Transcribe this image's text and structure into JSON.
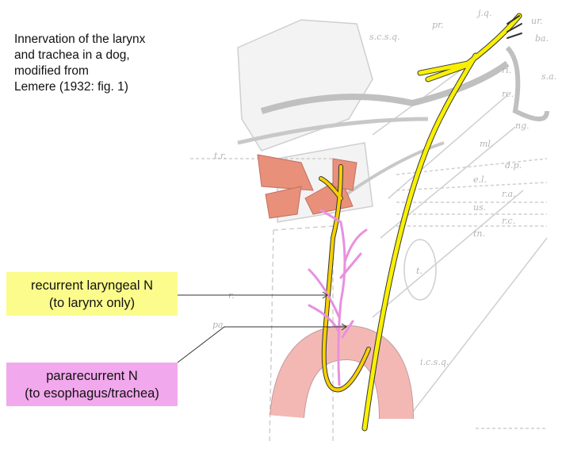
{
  "title": "Innervation of the larynx\nand trachea in a dog,\nmodified from\nLemere (1932: fig. 1)",
  "labels": {
    "recurrent": {
      "line1": "recurrent laryngeal N",
      "line2": "(to larynx only)",
      "color": "#fcfc8c"
    },
    "pararecurrent": {
      "line1": "pararecurrent N",
      "line2": "(to esophagus/trachea)",
      "color": "#f2a8ec"
    }
  },
  "figure_labels": [
    "j.q.",
    "ur.",
    "ba.",
    "s.c.s.q.",
    "pr.",
    "ri.",
    "re.",
    "s.a.",
    "ng.",
    "ml.",
    "d.p.",
    "e.l.",
    "r.a.",
    "us.",
    "r.c.",
    "tn.",
    "t.r.",
    "t.",
    "r.",
    "pa.",
    "i.c.s.q."
  ],
  "colors": {
    "vagus": "#f8f000",
    "pararecurrent": "#e890e0",
    "aorta": "#f4b8b4",
    "muscle": "#e8907a",
    "sketch": "#c8c8c8"
  }
}
